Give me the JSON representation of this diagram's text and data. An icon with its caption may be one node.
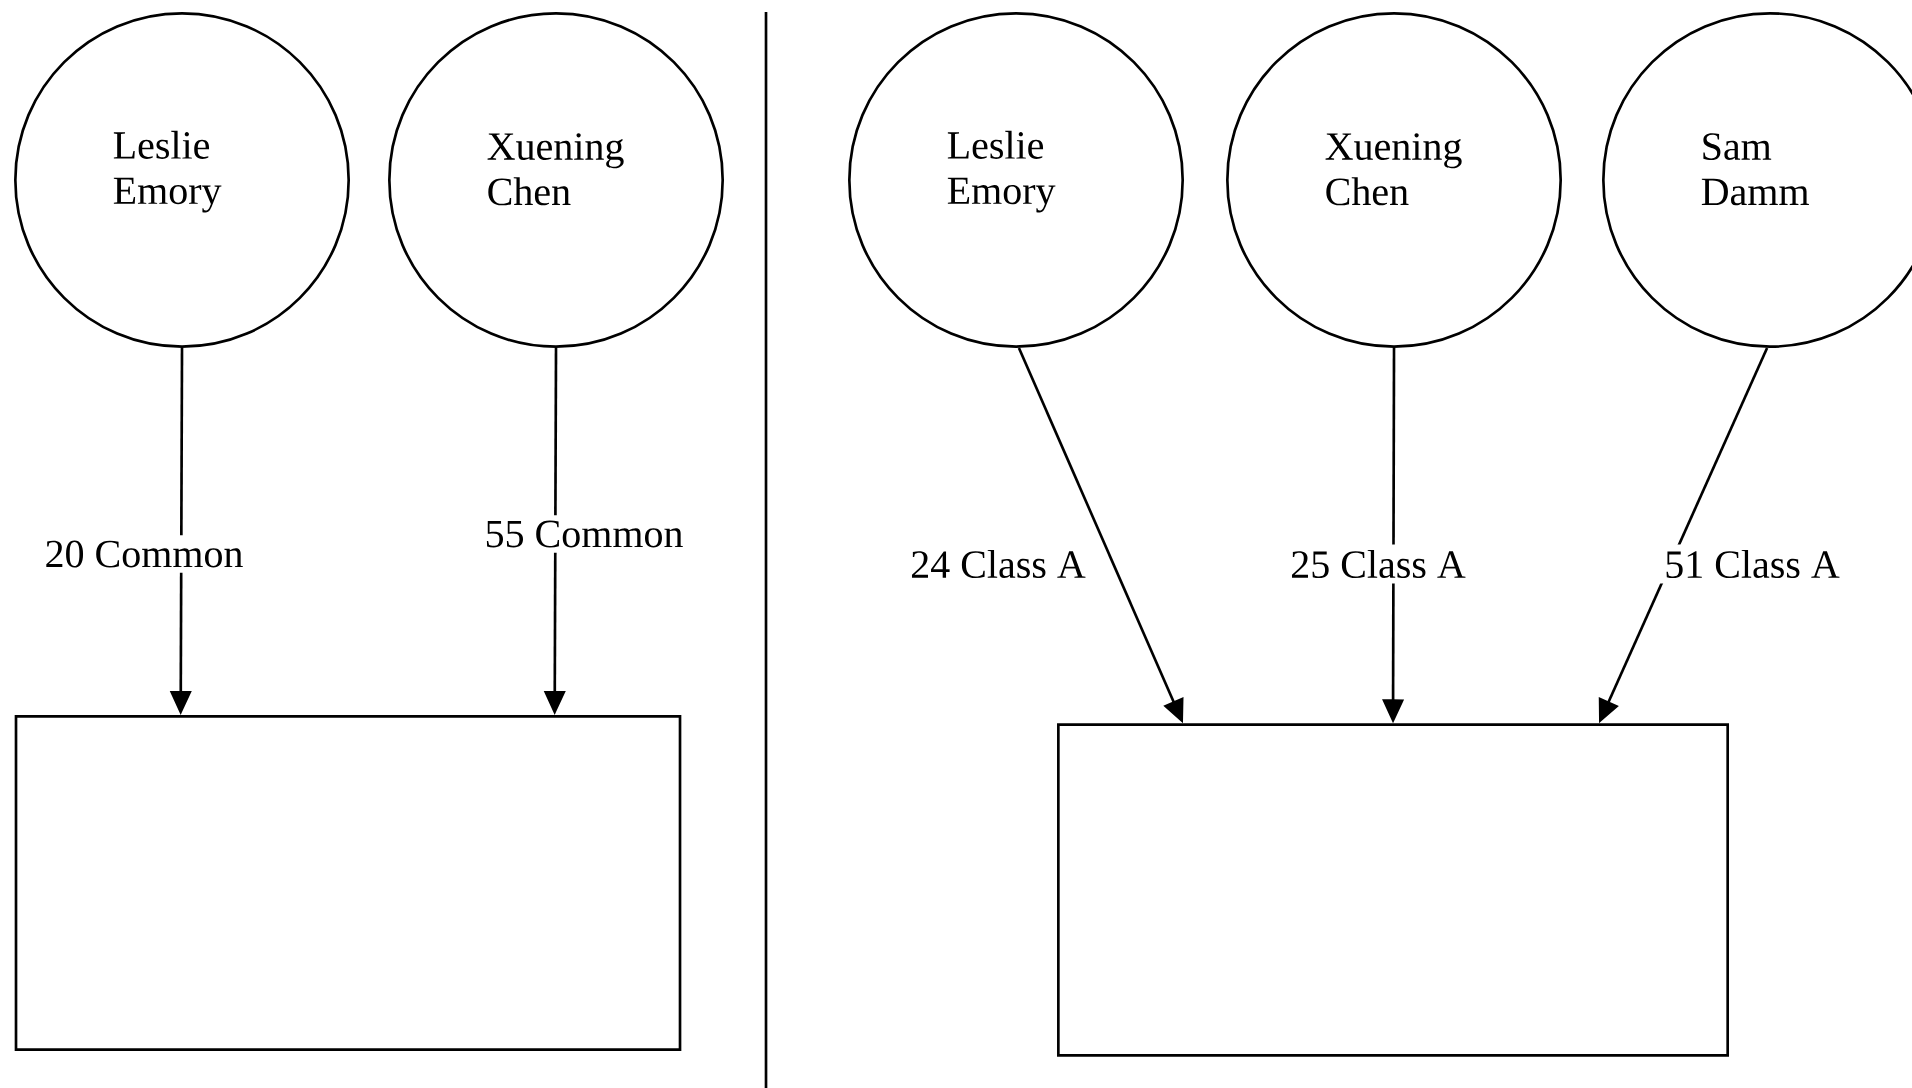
{
  "diagram": {
    "nodes": [
      {
        "text": [
          "Leslie Emory"
        ]
      },
      {
        "text": [
          "Xuening Chen"
        ]
      },
      {
        "text": [],
        "shape": "box"
      },
      {
        "text": [
          "Leslie Emory"
        ]
      },
      {
        "text": [
          "Xuening Chen"
        ]
      },
      {
        "text": [
          "Sam Damm"
        ]
      },
      {
        "text": [],
        "shape": "box"
      }
    ],
    "edges": [
      {
        "from": 0,
        "to": 2,
        "arrow": "to",
        "label": "20 Common"
      },
      {
        "from": 1,
        "to": 2,
        "arrow": "to",
        "label": "55 Common"
      },
      {
        "from": 3,
        "to": 6,
        "arrow": "to",
        "label": "24 Class A"
      },
      {
        "from": 4,
        "to": 6,
        "arrow": "to",
        "label": "25 Class A"
      },
      {
        "from": 5,
        "to": 6,
        "arrow": "to",
        "label": "51 Class A"
      }
    ]
  }
}
